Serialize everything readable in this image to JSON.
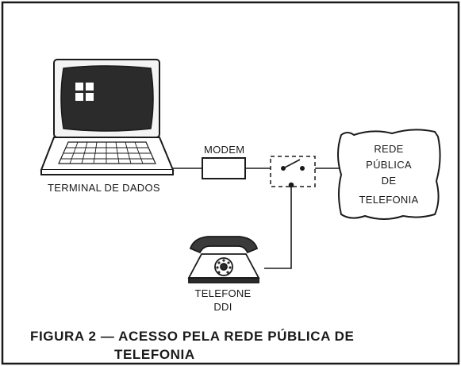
{
  "diagram": {
    "terminal_label": "TERMINAL DE DADOS",
    "modem_label": "MODEM",
    "network_label_lines": [
      "REDE",
      "PÚBLICA",
      "DE",
      "TELEFONIA"
    ],
    "phone_label_lines": [
      "TELEFONE",
      "DDI"
    ],
    "caption_line1": "FIGURA 2 — ACESSO PELA REDE PÚBLICA DE",
    "caption_line2": "TELEFONIA"
  },
  "colors": {
    "ink": "#1a1a1a",
    "paper": "#ffffff",
    "screen": "#2b2b2b"
  }
}
